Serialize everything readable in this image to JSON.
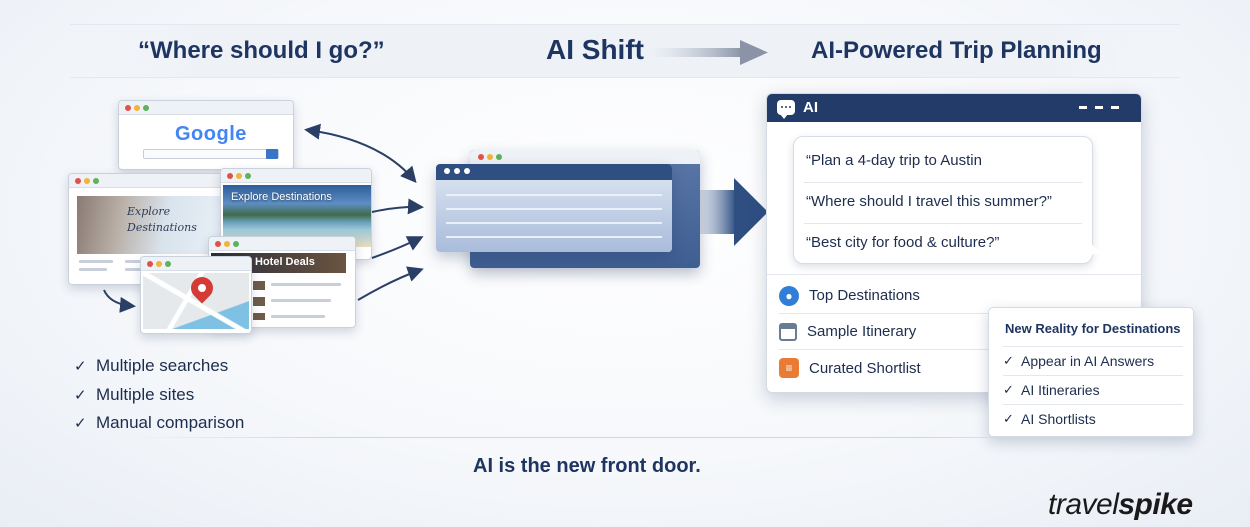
{
  "header": {
    "left_text": "“Where should I go?”",
    "middle_text": "AI Shift",
    "right_text": "AI-Powered Trip Planning"
  },
  "left_windows": {
    "google_logo": "Google",
    "explore_card_text": "Explore Destinations",
    "explore_banner_title": "Explore Destinations",
    "hotel_title": "Hotel Deals"
  },
  "left_checklist": [
    "Multiple searches",
    "Multiple sites",
    "Manual comparison"
  ],
  "ai_panel": {
    "title": "AI",
    "prompts": [
      "“Plan a 4-day trip to Austin",
      "“Where should I travel this summer?”",
      "“Best city for food & culture?”"
    ],
    "results": [
      {
        "label": "Top Destinations",
        "icon": "location-pin-icon"
      },
      {
        "label": "Sample Itinerary",
        "icon": "calendar-icon"
      },
      {
        "label": "Curated Shortlist",
        "icon": "list-icon"
      }
    ]
  },
  "new_reality": {
    "title": "New Reality for Destinations",
    "items": [
      "Appear in AI Answers",
      "AI Itineraries",
      "AI Shortlists"
    ]
  },
  "tagline": "AI is the new front door.",
  "brand": {
    "light": "travel",
    "bold": "spike"
  },
  "colors": {
    "navy": "#1f3561",
    "ai_header": "#233b68",
    "pin_red": "#d33b34",
    "pin_blue": "#2f7fd9",
    "list_orange": "#ea7b35"
  }
}
